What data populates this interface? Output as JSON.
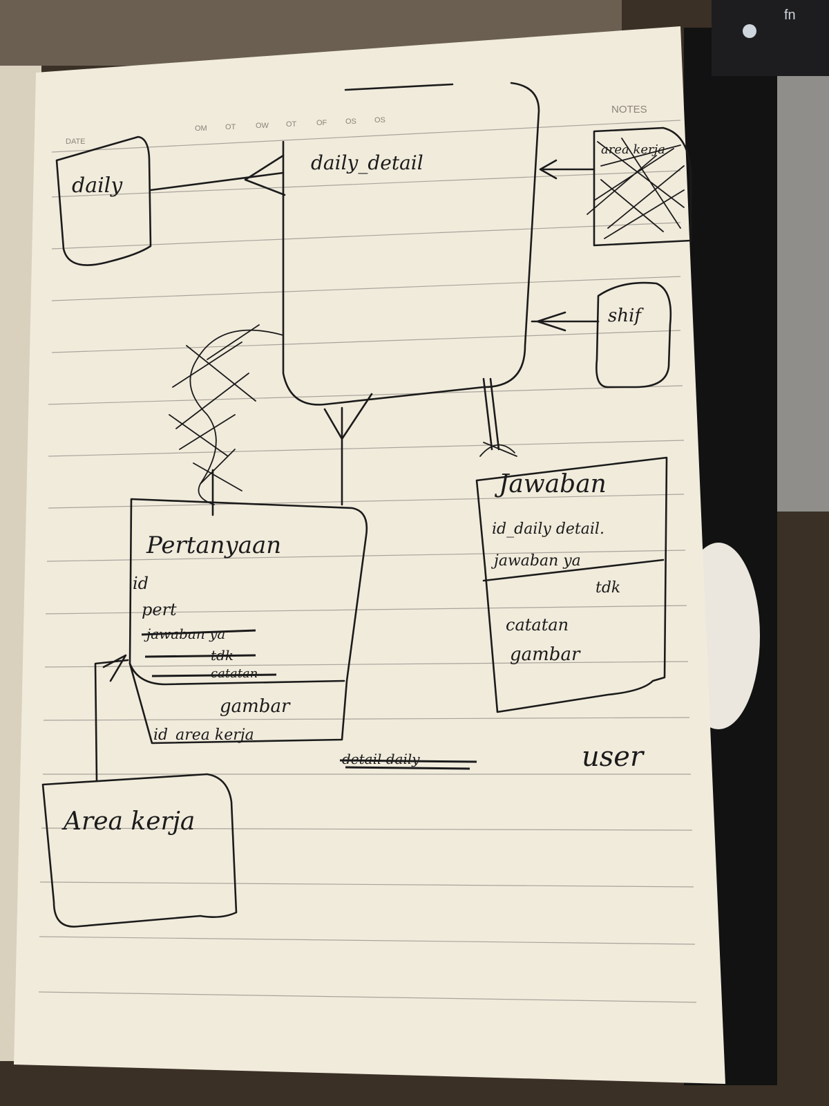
{
  "page": {
    "date_label": "DATE",
    "notes_label": "NOTES",
    "weekdays": [
      "OM",
      "OT",
      "OW",
      "OT",
      "OF",
      "OS",
      "OS"
    ]
  },
  "entities": {
    "daily": {
      "title": "daily"
    },
    "daily_detail": {
      "title": "daily_detail"
    },
    "area_kerja_struck": {
      "title": "area kerja"
    },
    "shift": {
      "title": "shif"
    },
    "pertanyaan": {
      "title": "Pertanyaan",
      "fields": [
        "id",
        "pert"
      ],
      "struck_fields": [
        "jawaban ya",
        "tdk",
        "catatan"
      ],
      "lower_fields": [
        "gambar",
        "id_area kerja"
      ]
    },
    "jawaban": {
      "title": "Jawaban",
      "fields": [
        "id_daily detail.",
        "jawaban ya",
        "tdk"
      ],
      "lower_fields": [
        "catatan",
        "gambar"
      ]
    },
    "area_kerja": {
      "title": "Area kerja"
    },
    "user": {
      "title": "user"
    },
    "struck_note": {
      "text": "detail daily"
    }
  },
  "colors": {
    "paper": "#f1ebdc",
    "ink": "#1b1b1b",
    "rules": "#a8a39a",
    "binder": "#121212",
    "background": "#3a2f25"
  }
}
